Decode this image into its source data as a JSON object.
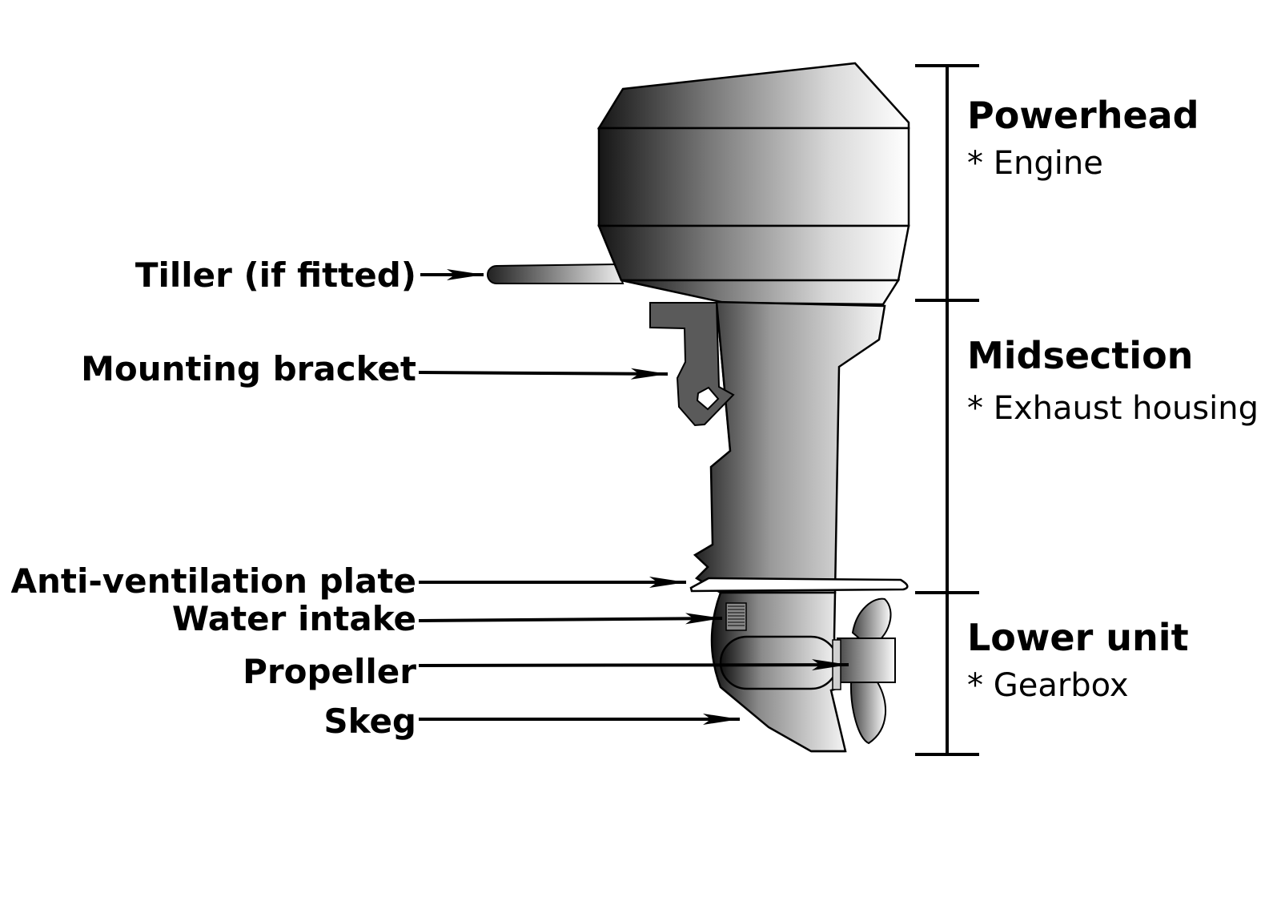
{
  "labels": {
    "tiller": "Tiller (if fitted)",
    "mounting_bracket": "Mounting bracket",
    "anti_ventilation_plate": "Anti-ventilation plate",
    "water_intake": "Water intake",
    "propeller": "Propeller",
    "skeg": "Skeg"
  },
  "sections": {
    "powerhead": {
      "title": "Powerhead",
      "sub": "* Engine"
    },
    "midsection": {
      "title": "Midsection",
      "sub": "* Exhaust housing"
    },
    "lower_unit": {
      "title": "Lower unit",
      "sub": "* Gearbox"
    }
  },
  "colors": {
    "stroke": "#000000",
    "bracket": "#5a5a5a",
    "gradient_dark": "#1a1a1a",
    "gradient_light": "#ffffff"
  }
}
